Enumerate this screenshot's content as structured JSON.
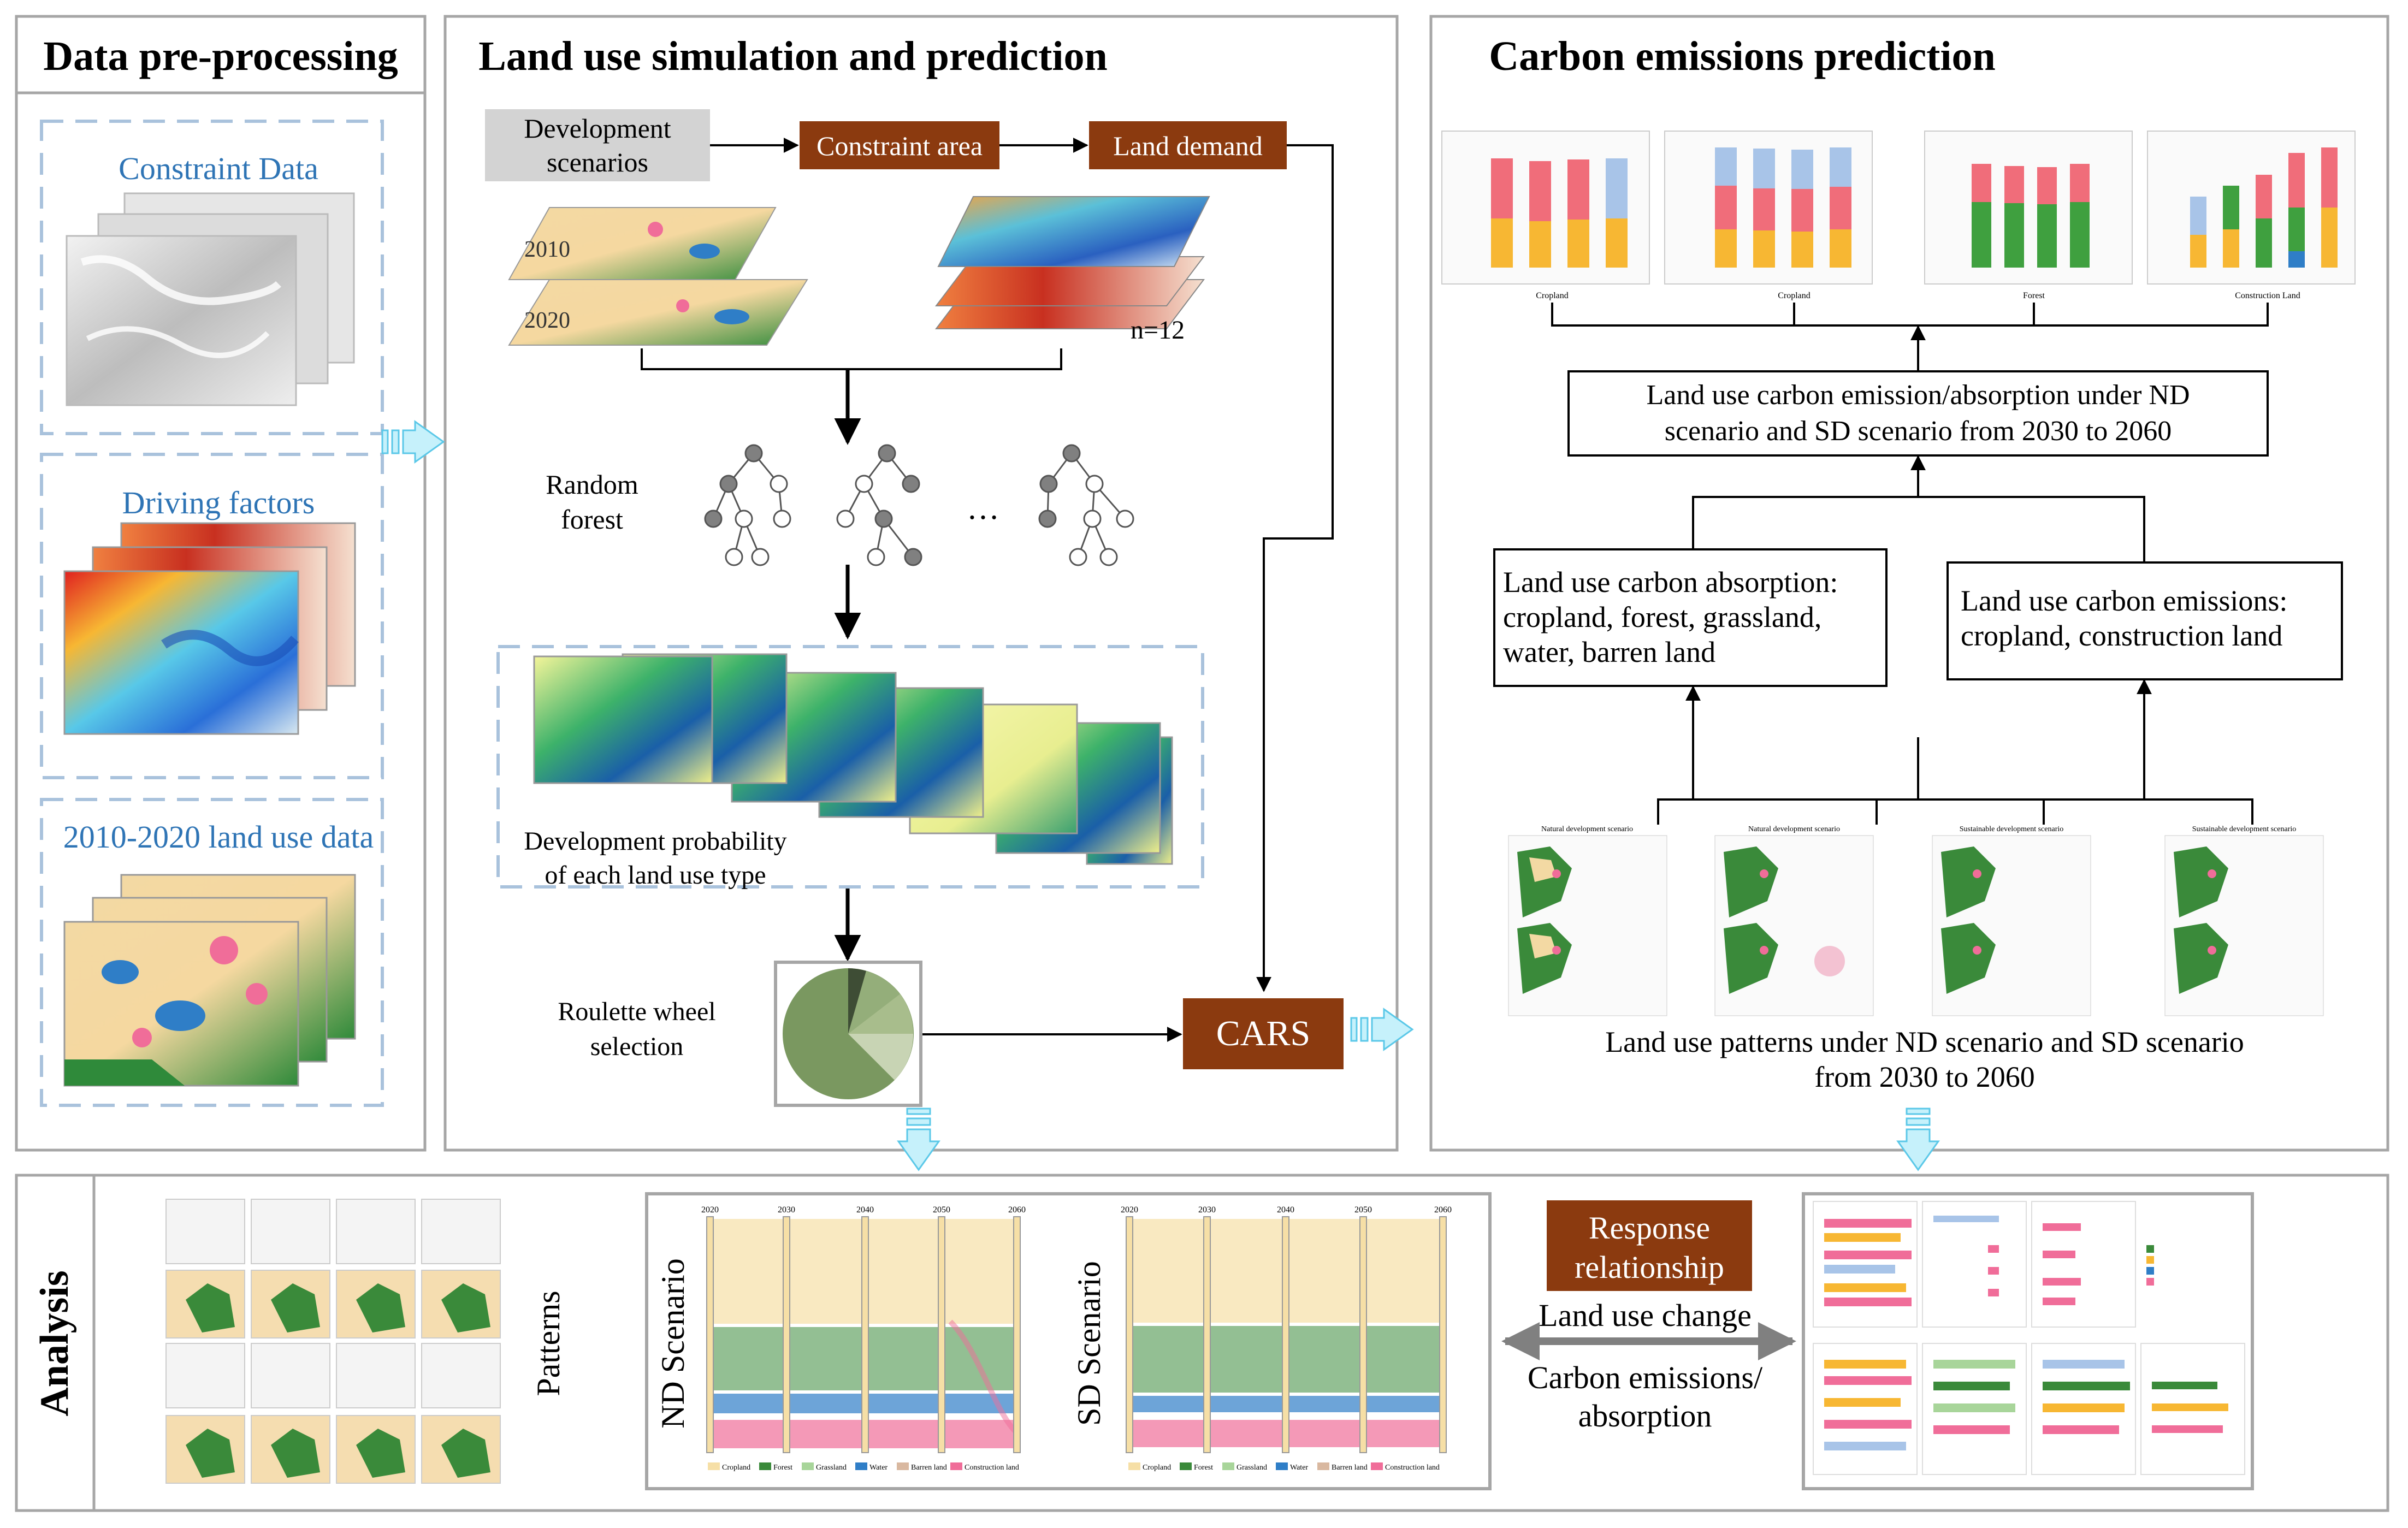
{
  "sections": {
    "preprocessing": {
      "title": "Data pre-processing",
      "constraint": "Constraint Data",
      "driving": "Driving factors",
      "landuse": "2010-2020 land use data"
    },
    "simulation": {
      "title": "Land use simulation and prediction",
      "dev_scenarios_1": "Development",
      "dev_scenarios_2": "scenarios",
      "constraint_area": "Constraint area",
      "land_demand": "Land demand",
      "year_2010": "2010",
      "year_2020": "2020",
      "n_label": "n=12",
      "rf_1": "Random",
      "rf_2": "forest",
      "ellipsis": "…",
      "prob_1": "Development probability",
      "prob_2": "of each land use type",
      "roulette_1": "Roulette wheel",
      "roulette_2": "selection",
      "cars": "CARS"
    },
    "carbon": {
      "title": "Carbon emissions prediction",
      "box_top_1": "Land use carbon emission/absorption under ND",
      "box_top_2": "scenario and SD scenario from 2030 to 2060",
      "absorb_1": "Land use carbon absorption:",
      "absorb_2": "cropland, forest, grassland,",
      "absorb_3": "water, barren land",
      "emit_1": "Land use carbon emissions:",
      "emit_2": "cropland, construction land",
      "patterns_1": "Land use patterns under ND scenario and SD scenario",
      "patterns_2": "from 2030 to 2060",
      "chart_labels": [
        "Cropland",
        "Cropland",
        "Forest",
        "Construction Land"
      ],
      "map_titles": [
        "Natural development scenario",
        "Natural development scenario",
        "Sustainable development scenario",
        "Sustainable development scenario"
      ]
    },
    "analysis": {
      "title": "Analysis",
      "patterns": "Patterns",
      "nd": "ND Scenario",
      "sd": "SD Scenario",
      "response_1": "Response",
      "response_2": "relationship",
      "luc": "Land use change",
      "ce_1": "Carbon emissions/",
      "ce_2": "absorption",
      "sankey_years": [
        "2020",
        "2030",
        "2040",
        "2050",
        "2060"
      ],
      "sankey_legend": [
        "Cropland",
        "Forest",
        "Grassland",
        "Water",
        "Barren land",
        "Construction land"
      ]
    }
  },
  "colors": {
    "brown": "#8b3a0f",
    "gray_box": "#d3d3d3",
    "dash": "#a9c2dc",
    "blue_text": "#2e74b5",
    "frame": "#a6a6a6",
    "cropland": "#f6dfa6",
    "forest": "#3a8a3a",
    "grassland": "#a8d59a",
    "water": "#2f7ec7",
    "barren": "#d9b8a0",
    "construction": "#f06d99",
    "arrow_fill": "#c6f1fb",
    "arrow_stroke": "#5bc8e8"
  }
}
